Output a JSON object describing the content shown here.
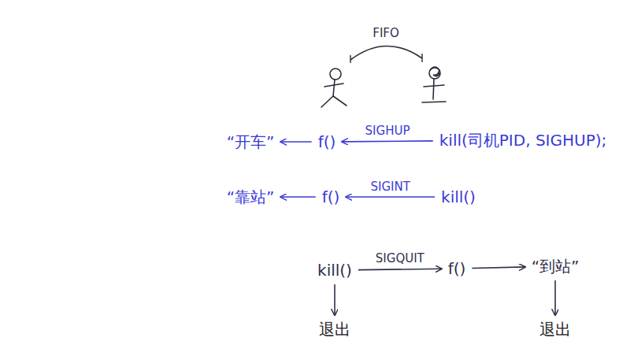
{
  "diagram": {
    "nodes": [
      {
        "text": [
          "“开车”"
        ]
      },
      {
        "text": [
          "f()"
        ]
      },
      {
        "text": [
          "kill(司机PID, SIGHUP);"
        ]
      },
      {
        "text": [
          "“靠站”"
        ]
      },
      {
        "text": [
          "f()"
        ]
      },
      {
        "text": [
          "kill()"
        ]
      },
      {
        "text": [
          "kill()"
        ]
      },
      {
        "text": [
          "f()"
        ]
      },
      {
        "text": [
          "“到站”"
        ]
      },
      {
        "text": [
          "退出"
        ]
      },
      {
        "text": [
          "退出"
        ]
      }
    ],
    "edges": [
      {
        "from": 1,
        "to": 0,
        "arrow": "to"
      },
      {
        "from": 2,
        "to": 1,
        "label": "SIGHUP",
        "arrow": "to"
      },
      {
        "from": 4,
        "to": 3,
        "arrow": "to"
      },
      {
        "from": 5,
        "to": 4,
        "label": "SIGINT",
        "arrow": "to"
      },
      {
        "from": 6,
        "to": 7,
        "label": "SIGQUIT",
        "arrow": "to"
      },
      {
        "from": 7,
        "to": 8,
        "arrow": "to"
      },
      {
        "from": 6,
        "to": 9,
        "arrow": "to"
      },
      {
        "from": 8,
        "to": 10,
        "arrow": "to"
      }
    ],
    "labels": [
      "FIFO"
    ]
  }
}
